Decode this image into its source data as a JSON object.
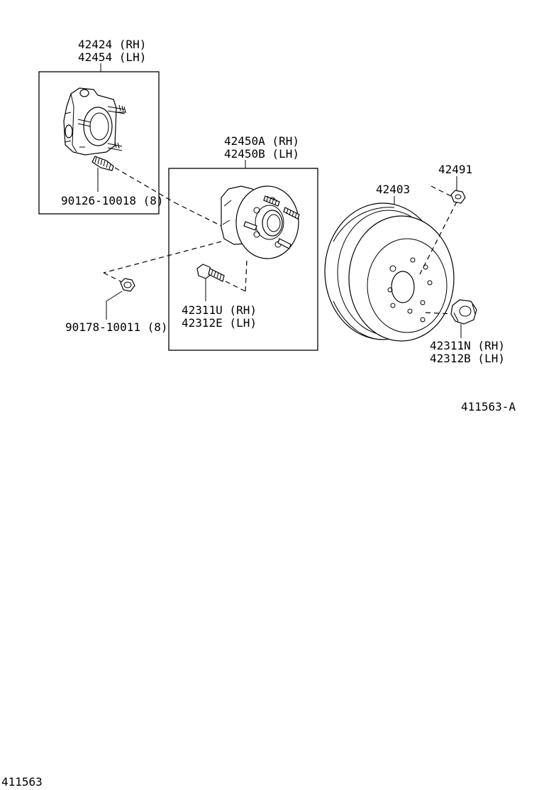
{
  "parts": {
    "hub_carrier": {
      "line1": "42424 (RH)",
      "line2": "42454 (LH)"
    },
    "carrier_stud": {
      "line1": "90126-10018 (8)"
    },
    "hub_bearing_assy": {
      "line1": "42450A (RH)",
      "line2": "42450B (LH)"
    },
    "hub_bolt_inner": {
      "line1": "42311U (RH)",
      "line2": "42312E (LH)"
    },
    "flange_nut": {
      "line1": "90178-10011 (8)"
    },
    "brake_drum": {
      "line1": "42403"
    },
    "drum_plug": {
      "line1": "42491"
    },
    "wheel_nut": {
      "line1": "42311N (RH)",
      "line2": "42312B (LH)"
    }
  },
  "illustration_code": "411563-A",
  "page_footer": "411563"
}
